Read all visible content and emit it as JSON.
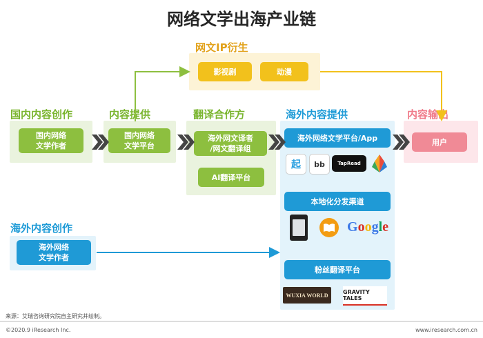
{
  "title": "网络文学出海产业链",
  "ip_derivation": {
    "label": "网文IP衍生",
    "items": [
      "影视剧",
      "动漫"
    ]
  },
  "stages": {
    "domestic_creation": {
      "label": "国内内容创作",
      "box": "国内网络\n文学作者"
    },
    "content_supply": {
      "label": "内容提供",
      "box": "国内网络\n文学平台"
    },
    "translation": {
      "label": "翻译合作方",
      "boxes": [
        "海外网文译者\n/网文翻译组",
        "AI翻译平台"
      ]
    },
    "overseas_supply": {
      "label": "海外内容提供",
      "groups": [
        {
          "label": "海外网络文学平台/App",
          "icons": [
            "起",
            "bb",
            "TapRead",
            "webnovel"
          ]
        },
        {
          "label": "本地化分发渠道",
          "icons": [
            "kindle",
            "ibooks",
            "Google"
          ]
        },
        {
          "label": "粉丝翻译平台",
          "icons": [
            "WUXIA WORLD",
            "GRAVITY TALES"
          ]
        }
      ]
    },
    "output": {
      "label": "内容输出",
      "box": "用户"
    },
    "overseas_creation": {
      "label": "海外内容创作",
      "box": "海外网络\n文学作者"
    }
  },
  "footer": {
    "source": "来源：艾瑞咨询研究院自主研究并绘制。",
    "copyright": "©2020.9 iResearch Inc.",
    "url": "www.iresearch.com.cn"
  },
  "colors": {
    "green": "#8dbf3f",
    "blue": "#1f9ad6",
    "yellow": "#f2c11c",
    "pink": "#f08a96",
    "panel_green": "#eaf3de",
    "panel_blue": "#e3f3fb",
    "panel_yellow": "#fdf3d6",
    "panel_pink": "#fde6ea"
  }
}
